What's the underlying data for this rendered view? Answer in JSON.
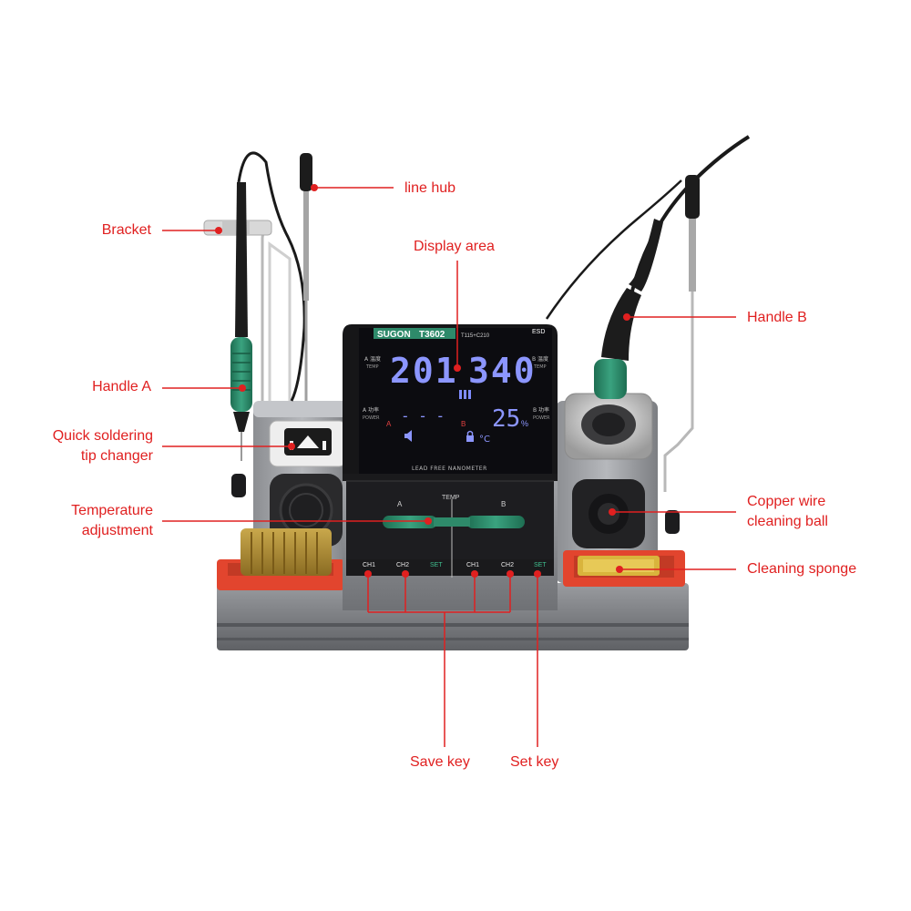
{
  "labels": {
    "line_hub": "line hub",
    "bracket": "Bracket",
    "display_area": "Display area",
    "handle_b": "Handle B",
    "handle_a": "Handle A",
    "quick_tip_1": "Quick soldering",
    "quick_tip_2": "tip changer",
    "temp_adj_1": "Temperature",
    "temp_adj_2": "adjustment",
    "copper_1": "Copper wire",
    "copper_2": "cleaning ball",
    "sponge": "Cleaning sponge",
    "save_key": "Save key",
    "set_key": "Set key"
  },
  "device": {
    "brand": "SUGON",
    "model": "T3602",
    "model_suffix": "T115+C210",
    "temp_a": "201",
    "temp_b": "340",
    "power_a": "- - -",
    "power_b": "25",
    "power_unit": "%",
    "unit_c": "°C",
    "tag_a": "A",
    "tag_b": "B",
    "temp_a_label": "A 温度",
    "temp_a_sub": "TEMP",
    "temp_b_label": "B 温度",
    "temp_b_sub": "TEMP",
    "power_a_label": "A 功率",
    "power_a_sub": "POWER",
    "power_b_label": "B 功率",
    "power_b_sub": "POWER",
    "nanometer": "LEAD FREE NANOMETER",
    "temp_label": "TEMP",
    "knob_a": "A",
    "knob_b": "B",
    "keys_left": [
      "CH1",
      "CH2",
      "SET"
    ],
    "keys_right": [
      "CH1",
      "CH2",
      "SET"
    ],
    "esd": "ESD"
  },
  "colors": {
    "callout": "#e02020",
    "body_grey": "#8e9094",
    "accent_green": "#2e8a6a",
    "display_blue": "#7f8cff",
    "tray_red": "#e2452e"
  }
}
